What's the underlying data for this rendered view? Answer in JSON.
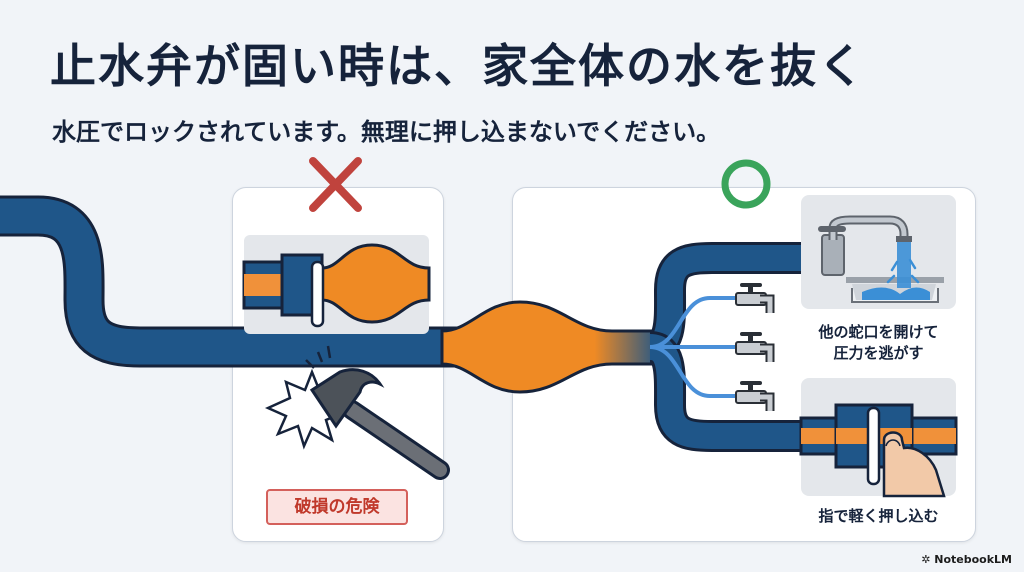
{
  "title": "止水弁が固い時は、家全体の水を抜く",
  "subtitle": "水圧でロックされています。無理に押し込まないでください。",
  "wrong_panel": {
    "mark": "✕",
    "warning_label": "破損の危険"
  },
  "right_panel": {
    "mark": "○",
    "step_open_faucets": "他の蛇口を開けて\n圧力を逃がす",
    "step_push_gently": "指で軽く押し込む"
  },
  "watermark": "NotebookLM",
  "colors": {
    "pipe": "#1f5689",
    "pressure": "#ef8a24",
    "water": "#3b8fd6",
    "wrong_mark": "#c0433d",
    "ok_mark": "#3aa45b"
  }
}
